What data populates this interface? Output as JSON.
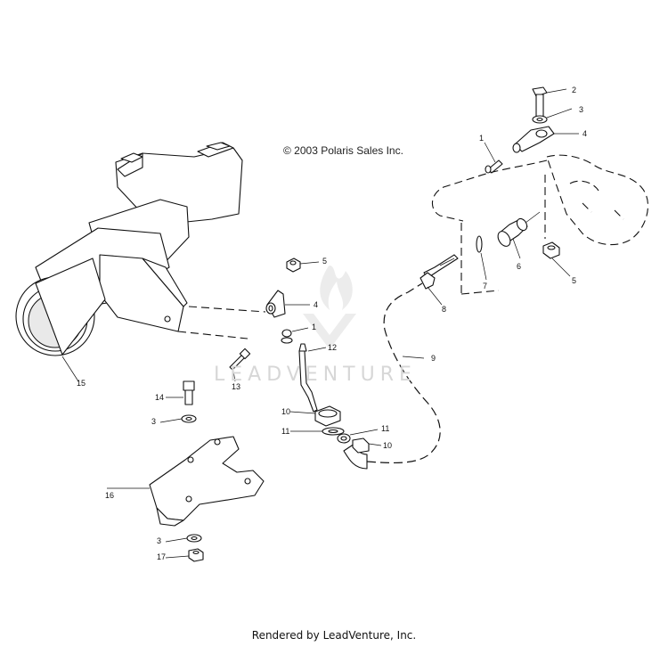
{
  "copyright": "© 2003 Polaris Sales Inc.",
  "footer": "Rendered by LeadVenture, Inc.",
  "watermark": "LEADVENTURE",
  "callouts": [
    "1",
    "2",
    "3",
    "4",
    "5",
    "6",
    "7",
    "8",
    "9",
    "10",
    "11",
    "12",
    "13",
    "14",
    "15",
    "16",
    "17"
  ],
  "colors": {
    "line": "#111111",
    "watermark": "#d7d7d7"
  }
}
